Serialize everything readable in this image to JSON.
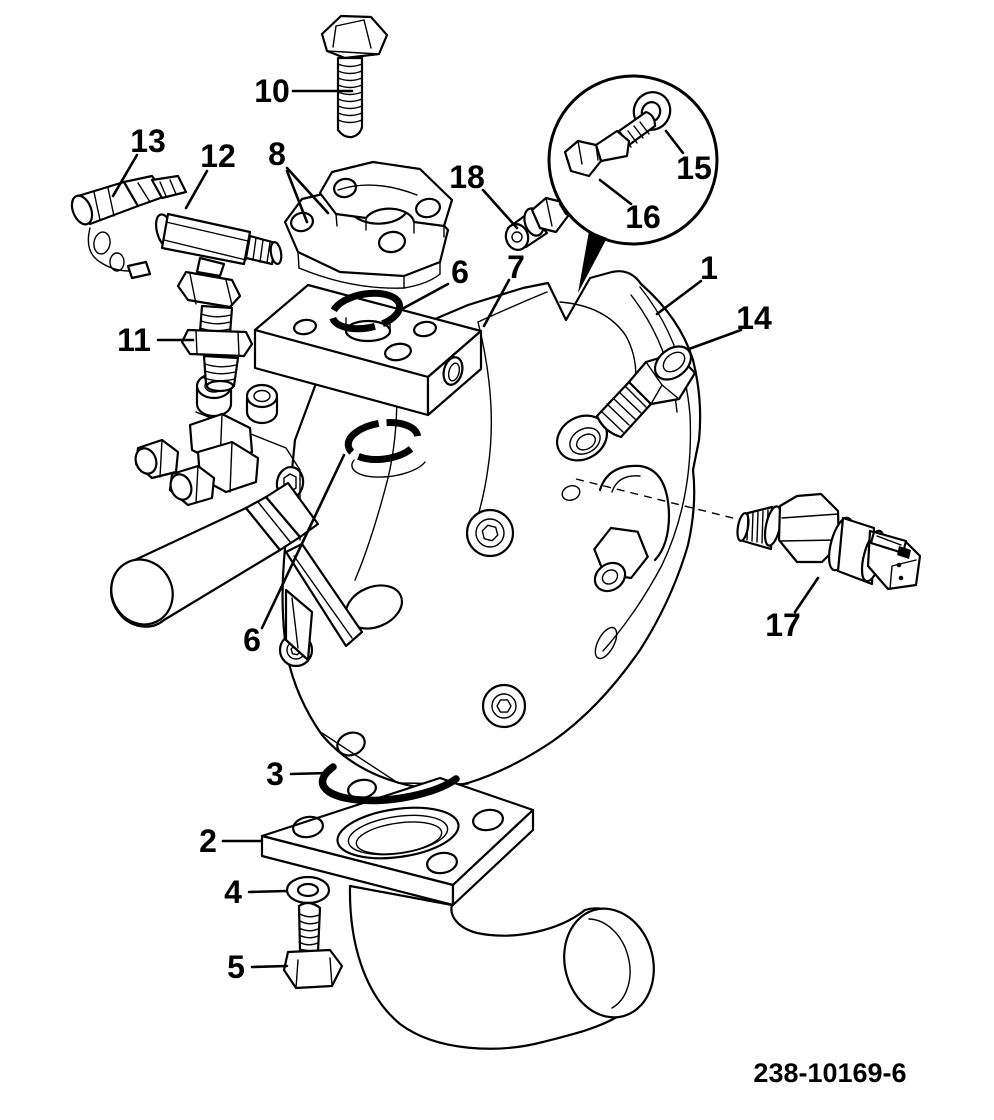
{
  "figure": {
    "type": "exploded-parts-diagram",
    "drawing_number": "238-10169-6",
    "callouts": [
      {
        "text": "1"
      },
      {
        "text": "2"
      },
      {
        "text": "3"
      },
      {
        "text": "4"
      },
      {
        "text": "5"
      },
      {
        "text": "6"
      },
      {
        "text": "6"
      },
      {
        "text": "7"
      },
      {
        "text": "8"
      },
      {
        "text": "10"
      },
      {
        "text": "11"
      },
      {
        "text": "12"
      },
      {
        "text": "13"
      },
      {
        "text": "14"
      },
      {
        "text": "15"
      },
      {
        "text": "16"
      },
      {
        "text": "17"
      },
      {
        "text": "18"
      }
    ]
  },
  "colors": {
    "line": "#000000",
    "background": "#ffffff"
  }
}
